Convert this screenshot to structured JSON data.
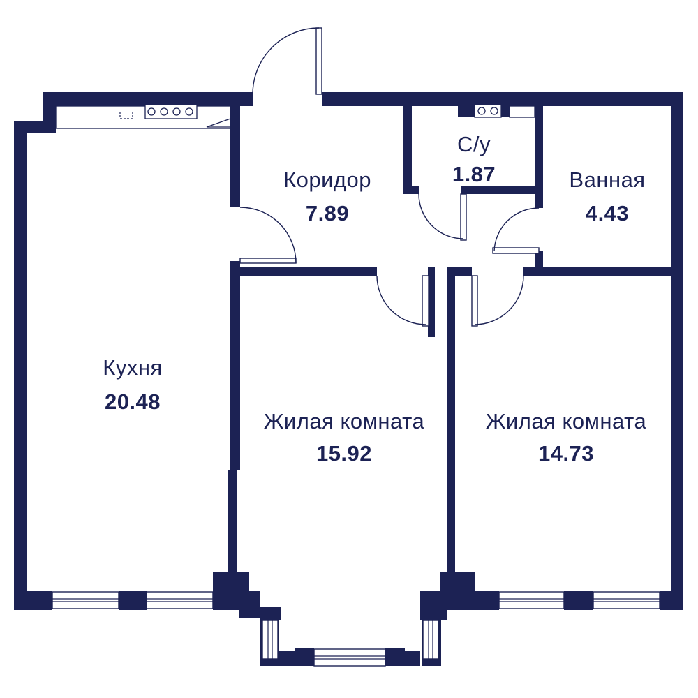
{
  "colors": {
    "wall": "#1c2254",
    "background": "#ffffff"
  },
  "rooms": {
    "kitchen": {
      "name": "Кухня",
      "area": "20.48"
    },
    "corridor": {
      "name": "Коридор",
      "area": "7.89"
    },
    "wc": {
      "name": "С/у",
      "area": "1.87"
    },
    "bathroom": {
      "name": "Ванная",
      "area": "4.43"
    },
    "living1": {
      "name": "Жилая комната",
      "area": "15.92"
    },
    "living2": {
      "name": "Жилая комната",
      "area": "14.73"
    }
  },
  "icons": [
    "kitchen-counter-icon",
    "stove-icon",
    "sink-icon",
    "door-icon",
    "window-icon"
  ]
}
